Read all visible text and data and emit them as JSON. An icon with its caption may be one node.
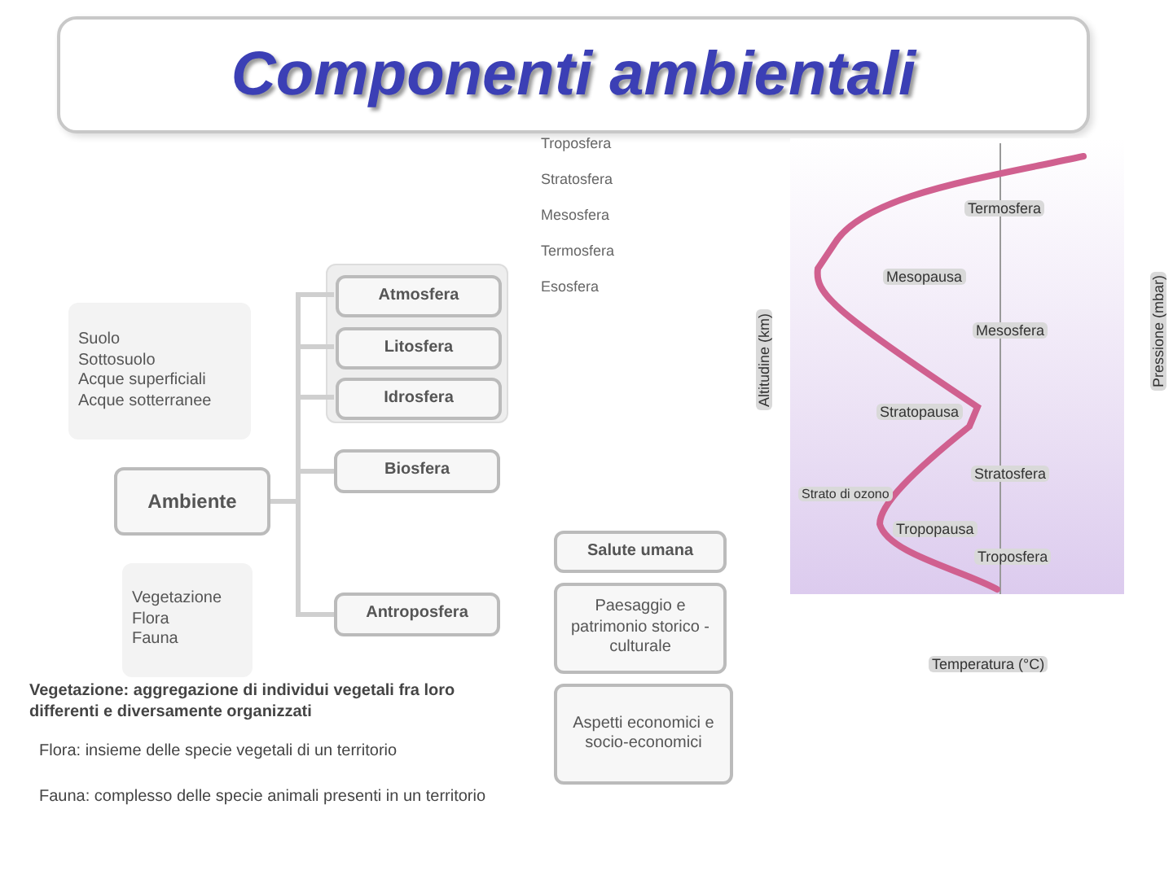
{
  "diagram": {
    "title": "Componenti ambientali",
    "nodes": [
      {
        "text": [],
        "shape": "box"
      },
      {
        "text": [
          "Atmosfera"
        ],
        "in": 0
      },
      {
        "text": [
          "Litosfera"
        ],
        "in": 0
      },
      {
        "text": [
          "Idrosfera"
        ],
        "in": 0
      },
      {
        "text": [
          "Biosfera"
        ]
      },
      {
        "text": [
          "Antroposfera"
        ]
      },
      {
        "text": [
          "Ambiente"
        ]
      },
      {
        "text": [
          "Suolo",
          "Sottosuolo",
          "Acque superficiali",
          "Acque sotterranee"
        ]
      },
      {
        "text": [
          "Vegetazione",
          "Flora",
          "Fauna"
        ]
      },
      {
        "text": [
          "Salute umana"
        ]
      },
      {
        "text": [
          "Paesaggio e patrimonio storico - culturale"
        ]
      },
      {
        "text": [
          "Aspetti economici e socio-economici"
        ]
      }
    ],
    "edges": [
      {
        "from": 6,
        "to": 1,
        "arrow": "none"
      },
      {
        "from": 6,
        "to": 2,
        "arrow": "none"
      },
      {
        "from": 6,
        "to": 3,
        "arrow": "none"
      },
      {
        "from": 6,
        "to": 4,
        "arrow": "none"
      },
      {
        "from": 6,
        "to": 5,
        "arrow": "none"
      }
    ],
    "labels": [
      "Troposfera",
      "Stratosfera",
      "Mesosfera",
      "Termosfera",
      "Esosfera",
      "Termosfera",
      "Mesopausa",
      "Mesosfera",
      "Stratopausa",
      "Stratosfera",
      "Strato di ozono",
      "Tropopausa",
      "Troposfera",
      "Altitudine (km)",
      "Temperatura (°C)",
      "Pressione (mbar)",
      "Vegetazione: aggregazione di individui vegetali fra loro differenti e diversamente organizzati",
      "Flora: insieme delle specie vegetali di un territorio",
      "Fauna: complesso delle specie animali presenti in un territorio"
    ]
  }
}
